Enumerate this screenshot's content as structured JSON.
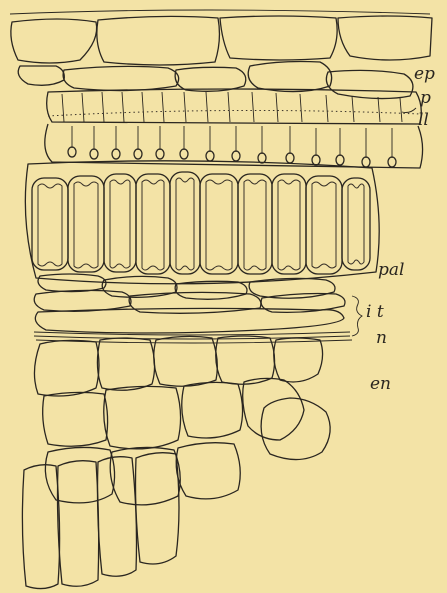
{
  "labels": {
    "ep": "ep",
    "p": "p",
    "ll": "ll",
    "pal": "pal",
    "it": "i t",
    "n": "n",
    "en": "en"
  },
  "colors": {
    "paper": "#f3e3a6",
    "ink": "#2a2620"
  }
}
